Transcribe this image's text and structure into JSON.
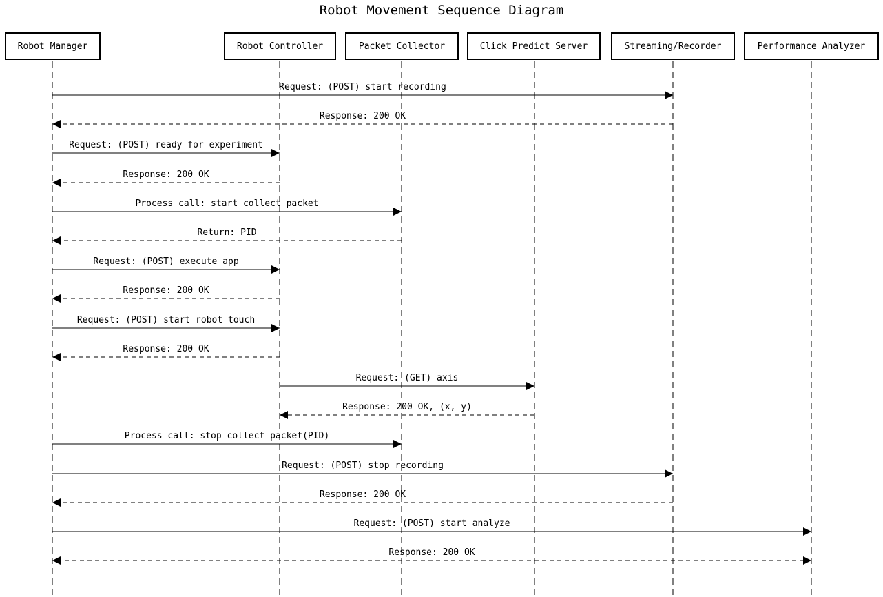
{
  "title": "Robot Movement Sequence Diagram",
  "participants": [
    {
      "id": "rm",
      "label": "Robot Manager"
    },
    {
      "id": "rc",
      "label": "Robot Controller"
    },
    {
      "id": "pc",
      "label": "Packet Collector"
    },
    {
      "id": "cps",
      "label": "Click Predict Server"
    },
    {
      "id": "sr",
      "label": "Streaming/Recorder"
    },
    {
      "id": "pa",
      "label": "Performance Analyzer"
    }
  ],
  "messages": [
    {
      "from": "rm",
      "to": "sr",
      "label": "Request: (POST) start recording",
      "style": "solid"
    },
    {
      "from": "sr",
      "to": "rm",
      "label": "Response: 200 OK",
      "style": "dashed"
    },
    {
      "from": "rm",
      "to": "rc",
      "label": "Request: (POST) ready for experiment",
      "style": "solid"
    },
    {
      "from": "rc",
      "to": "rm",
      "label": "Response: 200 OK",
      "style": "dashed"
    },
    {
      "from": "rm",
      "to": "pc",
      "label": "Process call: start collect packet",
      "style": "solid"
    },
    {
      "from": "pc",
      "to": "rm",
      "label": "Return: PID",
      "style": "dashed"
    },
    {
      "from": "rm",
      "to": "rc",
      "label": "Request: (POST) execute app",
      "style": "solid"
    },
    {
      "from": "rc",
      "to": "rm",
      "label": "Response: 200 OK",
      "style": "dashed"
    },
    {
      "from": "rm",
      "to": "rc",
      "label": "Request: (POST) start robot touch",
      "style": "solid"
    },
    {
      "from": "rc",
      "to": "rm",
      "label": "Response: 200 OK",
      "style": "dashed"
    },
    {
      "from": "rc",
      "to": "cps",
      "label": "Request: (GET) axis",
      "style": "solid"
    },
    {
      "from": "cps",
      "to": "rc",
      "label": "Response: 200 OK, (x, y)",
      "style": "dashed"
    },
    {
      "from": "rm",
      "to": "pc",
      "label": "Process call: stop collect packet(PID)",
      "style": "solid"
    },
    {
      "from": "rm",
      "to": "sr",
      "label": "Request: (POST) stop recording",
      "style": "solid"
    },
    {
      "from": "sr",
      "to": "rm",
      "label": "Response: 200 OK",
      "style": "dashed"
    },
    {
      "from": "rm",
      "to": "pa",
      "label": "Request: (POST) start analyze",
      "style": "solid"
    },
    {
      "from": "pa",
      "to": "rm",
      "label": "Response: 200 OK",
      "style": "dashed-bidirectional"
    }
  ]
}
